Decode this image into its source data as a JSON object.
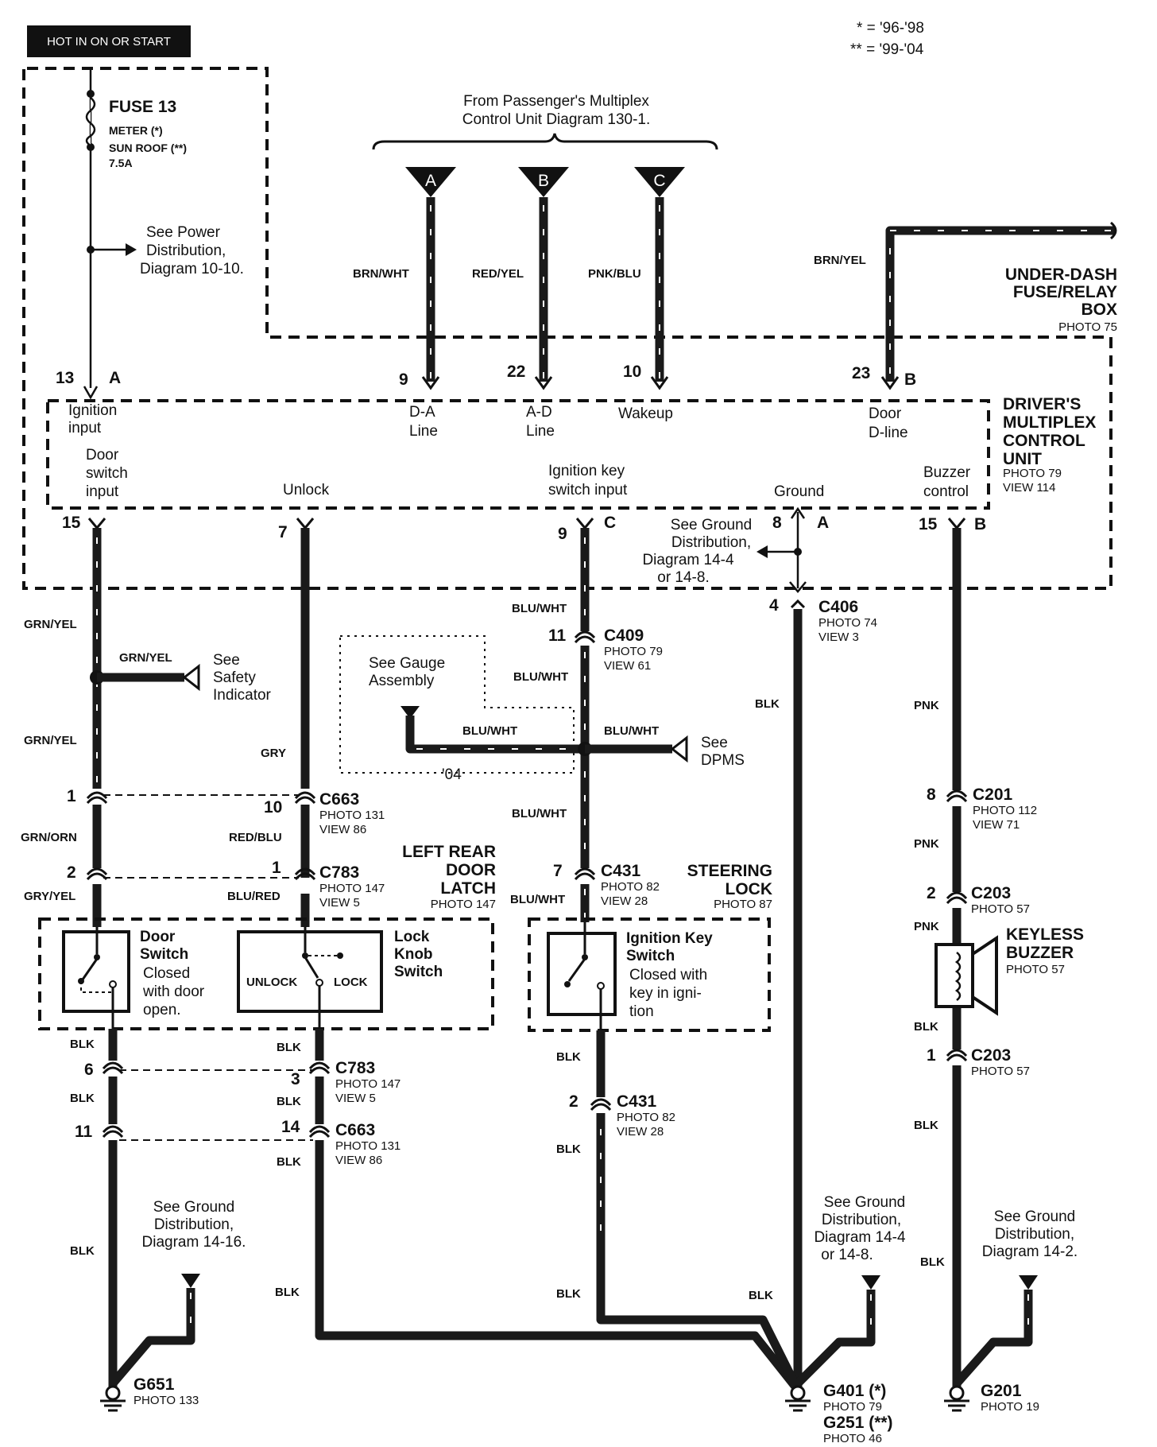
{
  "hot_label": "HOT IN ON OR START",
  "legend": {
    "l1": "* = '96-'98",
    "l2": "** = '99-'04"
  },
  "fuse": {
    "title": "FUSE 13",
    "l1": "METER (*)",
    "l2": "SUN ROOF (**)",
    "l3": "7.5A"
  },
  "power_ref": {
    "l1": "See Power",
    "l2": "Distribution,",
    "l3": "Diagram 10-10."
  },
  "passenger_ref": {
    "l1": "From Passenger's Multiplex",
    "l2": "Control Unit Diagram 130-1."
  },
  "terminals": {
    "a": "A",
    "b": "B",
    "c": "C"
  },
  "underdash": {
    "l1": "UNDER-DASH",
    "l2": "FUSE/RELAY",
    "l3": "BOX",
    "photo": "PHOTO 75"
  },
  "dmcu": {
    "l1": "DRIVER'S",
    "l2": "MULTIPLEX",
    "l3": "CONTROL",
    "l4": "UNIT",
    "photo": "PHOTO 79",
    "view": "VIEW 114"
  },
  "pins": {
    "p13": "13",
    "pA": "A",
    "p9": "9",
    "p22": "22",
    "p10": "10",
    "p23": "23",
    "pB": "B",
    "p15a": "15",
    "p7": "7",
    "p9b": "9",
    "pC": "C",
    "p8": "8",
    "pA2": "A",
    "p15b": "15",
    "pB2": "B"
  },
  "functions": {
    "ign_1": "Ignition",
    "ign_2": "input",
    "da_1": "D-A",
    "da_2": "Line",
    "ad_1": "A-D",
    "ad_2": "Line",
    "wake": "Wakeup",
    "door_1": "Door",
    "door_2": "D-line",
    "dsw_1": "Door",
    "dsw_2": "switch",
    "dsw_3": "input",
    "unlock": "Unlock",
    "iks_1": "Ignition key",
    "iks_2": "switch input",
    "ground": "Ground",
    "buz_1": "Buzzer",
    "buz_2": "control"
  },
  "wires": {
    "brn_wht": "BRN/WHT",
    "red_yel": "RED/YEL",
    "pnk_blu": "PNK/BLU",
    "brn_yel": "BRN/YEL",
    "grn_yel_1": "GRN/YEL",
    "grn_yel_2": "GRN/YEL",
    "grn_yel_3": "GRN/YEL",
    "grn_orn": "GRN/ORN",
    "gry_yel": "GRY/YEL",
    "gry": "GRY",
    "red_blu": "RED/BLU",
    "blu_red": "BLU/RED",
    "blu_wht_1": "BLU/WHT",
    "blu_wht_2": "BLU/WHT",
    "blu_wht_3": "BLU/WHT",
    "blu_wht_4": "BLU/WHT",
    "blu_wht_5": "BLU/WHT",
    "blu_wht_6": "BLU/WHT",
    "pnk_1": "PNK",
    "pnk_2": "PNK",
    "pnk_3": "PNK",
    "blk_1": "BLK",
    "blk_2": "BLK",
    "blk_3": "BLK",
    "blk_4": "BLK",
    "blk_5": "BLK",
    "blk_6": "BLK",
    "blk_7": "BLK",
    "blk_8": "BLK",
    "blk_9": "BLK",
    "blk_10": "BLK",
    "blk_11": "BLK",
    "blk_12": "BLK",
    "blk_13": "BLK",
    "blk_14": "BLK",
    "blk_15": "BLK"
  },
  "gnd_ref_1": {
    "l1": "See Ground",
    "l2": "Distribution,",
    "l3": "Diagram 14-4",
    "l4": "or 14-8."
  },
  "safety_ref": {
    "l1": "See",
    "l2": "Safety",
    "l3": "Indicator"
  },
  "gauge_ref": {
    "l1": "See Gauge",
    "l2": "Assembly",
    "year": "'04"
  },
  "dpms_ref": {
    "l1": "See",
    "l2": "DPMS"
  },
  "connectors": {
    "c406": {
      "name": "C406",
      "photo": "PHOTO 74",
      "view": "VIEW 3",
      "pin": "4"
    },
    "c409": {
      "name": "C409",
      "photo": "PHOTO 79",
      "view": "VIEW 61",
      "pin": "11"
    },
    "c663a": {
      "name": "C663",
      "photo": "PHOTO 131",
      "view": "VIEW 86",
      "pin_l": "1",
      "pin_r": "10"
    },
    "c783a": {
      "name": "C783",
      "photo": "PHOTO 147",
      "view": "VIEW 5",
      "pin_l": "2",
      "pin_r": "1"
    },
    "c431a": {
      "name": "C431",
      "photo": "PHOTO 82",
      "view": "VIEW 28",
      "pin": "7"
    },
    "c201": {
      "name": "C201",
      "photo": "PHOTO 112",
      "view": "VIEW 71",
      "pin": "8"
    },
    "c203a": {
      "name": "C203",
      "photo": "PHOTO 57",
      "pin": "2"
    },
    "c203b": {
      "name": "C203",
      "photo": "PHOTO 57",
      "pin": "1"
    },
    "c783b": {
      "name": "C783",
      "photo": "PHOTO 147",
      "view": "VIEW 5",
      "pin_l": "6",
      "pin_r": "3"
    },
    "c663b": {
      "name": "C663",
      "photo": "PHOTO 131",
      "view": "VIEW 86",
      "pin_l": "11",
      "pin_r": "14"
    },
    "c431b": {
      "name": "C431",
      "photo": "PHOTO 82",
      "view": "VIEW 28",
      "pin": "2"
    }
  },
  "left_rear_latch": {
    "l1": "LEFT REAR",
    "l2": "DOOR",
    "l3": "LATCH",
    "photo": "PHOTO 147"
  },
  "steering_lock": {
    "l1": "STEERING",
    "l2": "LOCK",
    "photo": "PHOTO 87"
  },
  "door_switch": {
    "l1": "Door",
    "l2": "Switch",
    "l3": "Closed",
    "l4": "with door",
    "l5": "open."
  },
  "lock_knob": {
    "l1": "Lock",
    "l2": "Knob",
    "l3": "Switch",
    "unlock": "UNLOCK",
    "lock": "LOCK"
  },
  "ign_key_switch": {
    "l1": "Ignition Key",
    "l2": "Switch",
    "l3": "Closed with",
    "l4": "key in igni-",
    "l5": "tion"
  },
  "keyless_buzzer": {
    "l1": "KEYLESS",
    "l2": "BUZZER",
    "photo": "PHOTO 57"
  },
  "gnd_ref_16": {
    "l1": "See Ground",
    "l2": "Distribution,",
    "l3": "Diagram 14-16."
  },
  "gnd_ref_4": {
    "l1": "See Ground",
    "l2": "Distribution,",
    "l3": "Diagram 14-4",
    "l4": "or 14-8."
  },
  "gnd_ref_2": {
    "l1": "See Ground",
    "l2": "Distribution,",
    "l3": "Diagram 14-2."
  },
  "grounds": {
    "g651": {
      "name": "G651",
      "photo": "PHOTO 133"
    },
    "g401": {
      "name": "G401 (*)",
      "photo": "PHOTO 79"
    },
    "g251": {
      "name": "G251 (**)",
      "photo": "PHOTO 46"
    },
    "g201": {
      "name": "G201",
      "photo": "PHOTO 19"
    }
  }
}
